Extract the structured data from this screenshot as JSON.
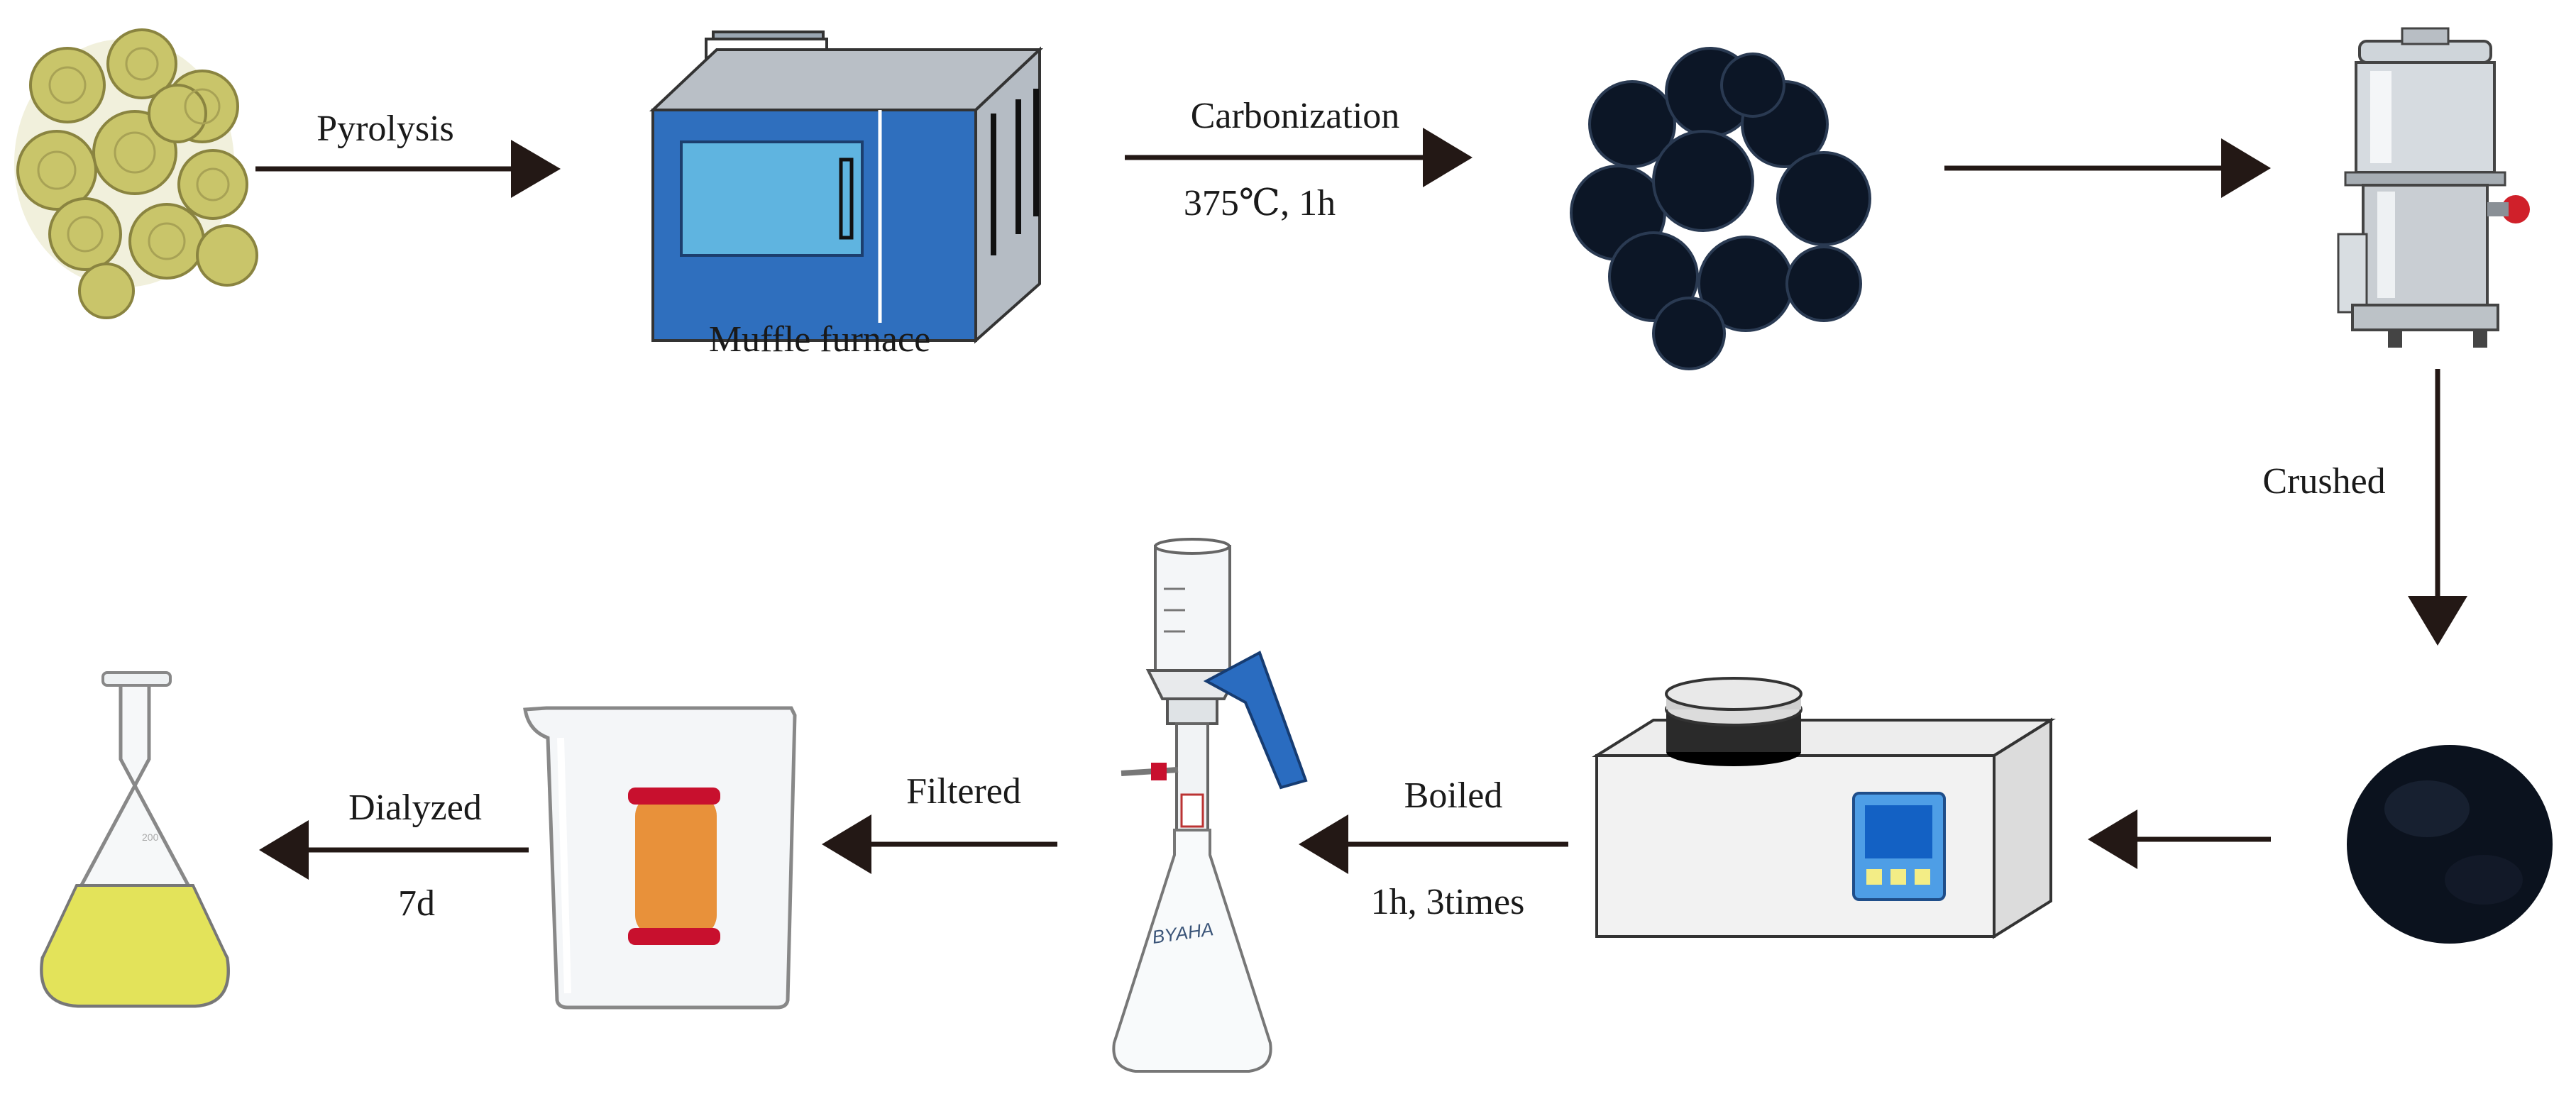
{
  "diagram": {
    "nodes": [
      {
        "id": "slices",
        "label": "",
        "icon": "herb-slices-icon"
      },
      {
        "id": "furnace",
        "label": "Muffle furnace",
        "icon": "muffle-furnace-icon"
      },
      {
        "id": "charcoal",
        "label": "",
        "icon": "carbonized-pieces-icon"
      },
      {
        "id": "grinder",
        "label": "",
        "icon": "grinder-icon"
      },
      {
        "id": "powder",
        "label": "",
        "icon": "black-powder-icon"
      },
      {
        "id": "hotplate",
        "label": "",
        "icon": "heating-plate-icon"
      },
      {
        "id": "filter",
        "label": "",
        "icon": "vacuum-filter-icon"
      },
      {
        "id": "beaker",
        "label": "",
        "icon": "dialysis-beaker-icon"
      },
      {
        "id": "flask",
        "label": "",
        "icon": "erlenmeyer-flask-icon"
      }
    ],
    "edges": [
      {
        "from": "slices",
        "to": "furnace",
        "label": "Pyrolysis",
        "sublabel": ""
      },
      {
        "from": "furnace",
        "to": "charcoal",
        "label": "Carbonization",
        "sublabel": "375℃, 1h"
      },
      {
        "from": "charcoal",
        "to": "grinder",
        "label": "",
        "sublabel": ""
      },
      {
        "from": "grinder",
        "to": "powder",
        "label": "Crushed",
        "sublabel": ""
      },
      {
        "from": "powder",
        "to": "hotplate",
        "label": "",
        "sublabel": ""
      },
      {
        "from": "hotplate",
        "to": "filter",
        "label": "Boiled",
        "sublabel": "1h, 3times"
      },
      {
        "from": "filter",
        "to": "beaker",
        "label": "Filtered",
        "sublabel": ""
      },
      {
        "from": "beaker",
        "to": "flask",
        "label": "Dialyzed",
        "sublabel": "7d"
      }
    ]
  },
  "colors": {
    "arrow": "#231815",
    "furnace_blue": "#2f6fbe",
    "furnace_window": "#5fb4e0",
    "charcoal": "#0c1626",
    "herb_yellow": "#c9c56a",
    "hotplate_panel": "#2f7fd0",
    "sample_orange": "#e8913a",
    "clamp_red": "#c8102e",
    "liquid_yellow": "#e3e35a",
    "grinder_red": "#d0202a",
    "filter_clamp_blue": "#2a6cc0"
  }
}
